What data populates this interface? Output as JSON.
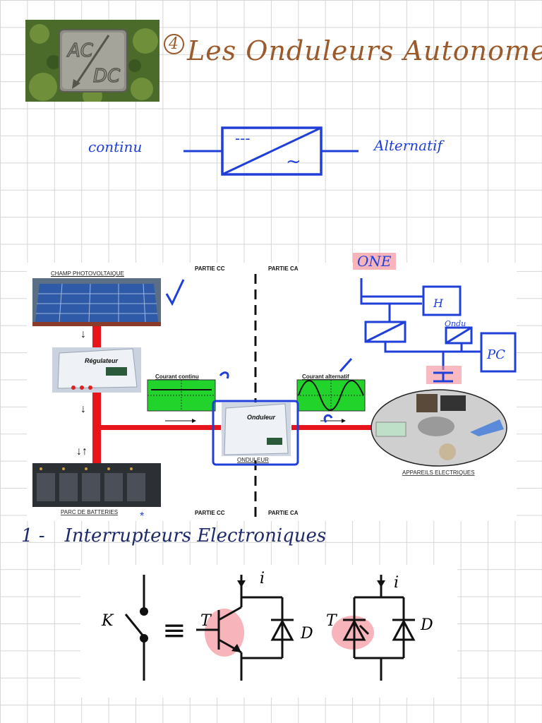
{
  "title": "Les Onduleurs Autonomes",
  "title_number": "4",
  "photo": {
    "top_text": "AC",
    "bottom_text": "DC"
  },
  "converter": {
    "left_label": "continu",
    "right_label": "Alternatif",
    "top_symbol": "---",
    "bottom_symbol": "~"
  },
  "diagram": {
    "champ": "CHAMP PHOTOVOLTAIQUE",
    "regulateur": "Régulateur",
    "parc": "PARC DE BATTERIES",
    "courant_continu": "Courant continu",
    "courant_alternatif": "Courant alternatif",
    "onduleur_box": "Onduleur",
    "onduleur_caption": "ONDULEUR",
    "appareils": "APPAREILS ELECTRIQUES",
    "partie_cc_top": "PARTIE CC",
    "partie_ca_top": "PARTIE CA",
    "partie_cc_bottom": "PARTIE CC",
    "partie_ca_bottom": "PARTIE CA"
  },
  "annotations": {
    "one": "ONE",
    "h": "H",
    "pc": "PC",
    "ondu": "Ondu",
    "check": "✓",
    "star": "*"
  },
  "section": {
    "number": "1 -",
    "heading": "Interrupteurs Electroniques"
  },
  "circuit": {
    "k": "K",
    "equiv": "≡",
    "t1": "T",
    "d1": "D",
    "i1": "i",
    "t2": "T",
    "d2": "D",
    "i2": "i"
  },
  "colors": {
    "blue_ink": "#1f3fd8",
    "title_brown": "#9a5a2c",
    "highlight_pink": "#f48c96",
    "panel_green": "#22d32b",
    "dc_red": "#e8141c"
  }
}
